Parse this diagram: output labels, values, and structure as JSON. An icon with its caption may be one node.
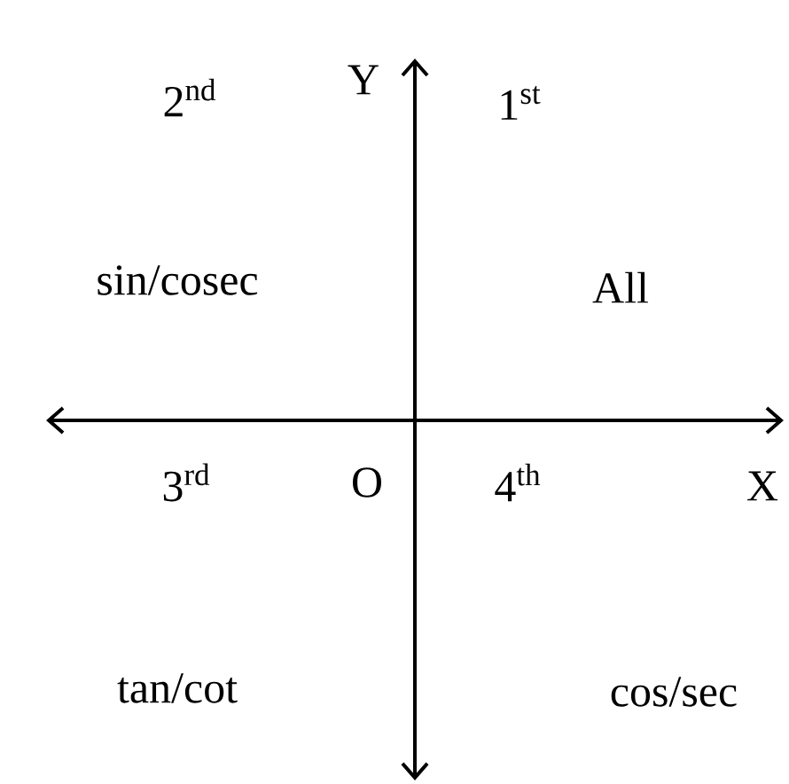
{
  "diagram": {
    "labels": [
      "2$^{nd}$",
      "Y",
      "1$^{st}$",
      "sin/cosec",
      "All",
      "3$^{rd}$",
      "O",
      "4$^{th}$",
      "X",
      "tan/cot",
      "cos/sec"
    ]
  }
}
